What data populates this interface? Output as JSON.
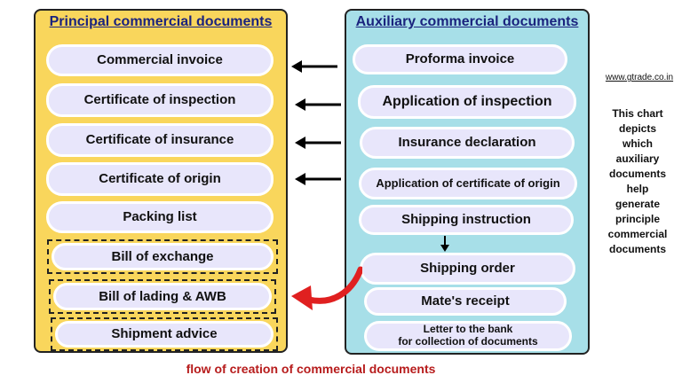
{
  "left": {
    "title": "Principal commercial documents",
    "items": [
      "Commercial invoice",
      "Certificate of inspection",
      "Certificate of insurance",
      "Certificate of origin",
      "Packing list",
      "Bill of exchange",
      "Bill of lading & AWB",
      "Shipment advice"
    ]
  },
  "right": {
    "title": "Auxiliary commercial documents",
    "items": [
      "Proforma invoice",
      "Application of inspection",
      "Insurance declaration",
      "Application of certificate of origin",
      "Shipping instruction",
      "Shipping order",
      "Mate's receipt",
      "Letter to the bank",
      "for collection of documents"
    ]
  },
  "site": "www.gtrade.co.in",
  "note": [
    "This chart",
    "depicts",
    "which",
    "auxiliary",
    "documents",
    "help",
    "generate",
    "principle",
    "commercial",
    "documents"
  ],
  "caption": "flow of creation of commercial documents",
  "colors": {
    "left_panel": "#f9d65c",
    "right_panel": "#a7dfe8",
    "pill": "#e8e6fb",
    "title": "#1a237e",
    "caption": "#b71c1c",
    "curved_arrow": "#e02020"
  }
}
